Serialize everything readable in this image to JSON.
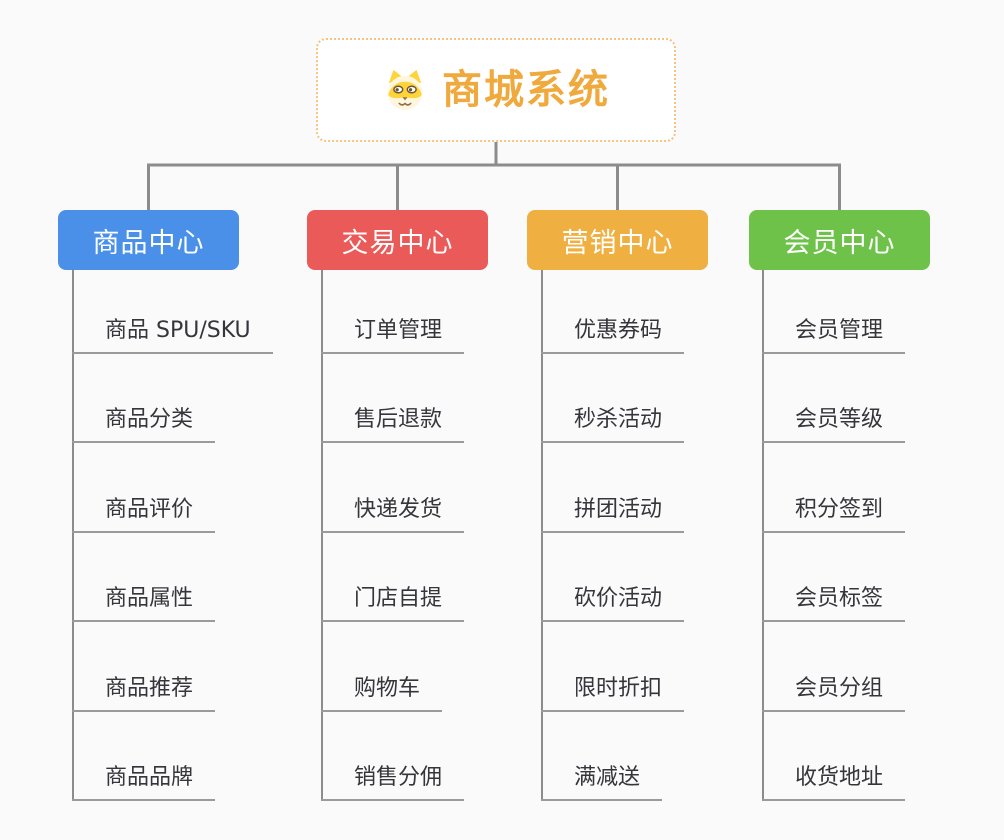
{
  "root": {
    "title": "商城系统",
    "icon": "shiba-dog-icon",
    "title_color": "#F0A93C",
    "border_color": "#F6C37F"
  },
  "connector_color": "#8C8C8C",
  "underline_color": "#9A9A9A",
  "background_color": "#FAFAFA",
  "branches": [
    {
      "label": "商品中心",
      "color": "#4A90E8",
      "items": [
        "商品 SPU/SKU",
        "商品分类",
        "商品评价",
        "商品属性",
        "商品推荐",
        "商品品牌"
      ]
    },
    {
      "label": "交易中心",
      "color": "#E95A58",
      "items": [
        "订单管理",
        "售后退款",
        "快递发货",
        "门店自提",
        "购物车",
        "销售分佣"
      ]
    },
    {
      "label": "营销中心",
      "color": "#EFAF41",
      "items": [
        "优惠券码",
        "秒杀活动",
        "拼团活动",
        "砍价活动",
        "限时折扣",
        "满减送"
      ]
    },
    {
      "label": "会员中心",
      "color": "#6EC24A",
      "items": [
        "会员管理",
        "会员等级",
        "积分签到",
        "会员标签",
        "会员分组",
        "收货地址"
      ]
    }
  ]
}
